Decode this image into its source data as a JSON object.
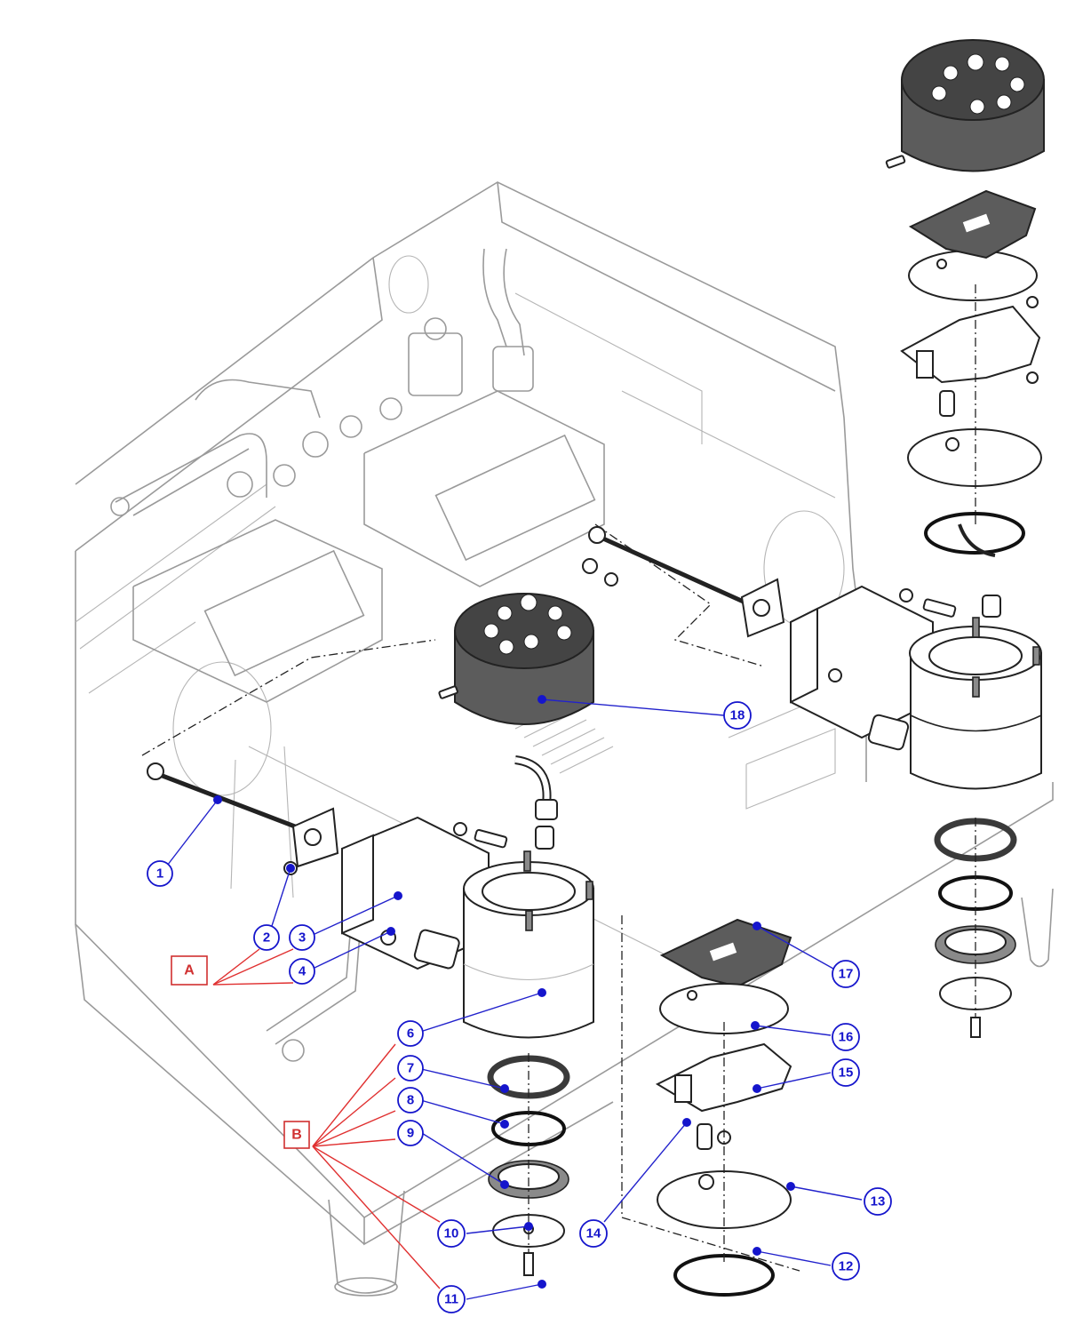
{
  "callouts": [
    {
      "id": "c1",
      "label": "1"
    },
    {
      "id": "c2",
      "label": "2"
    },
    {
      "id": "c3",
      "label": "3"
    },
    {
      "id": "c4",
      "label": "4"
    },
    {
      "id": "c6",
      "label": "6"
    },
    {
      "id": "c7",
      "label": "7"
    },
    {
      "id": "c8",
      "label": "8"
    },
    {
      "id": "c9",
      "label": "9"
    },
    {
      "id": "c10",
      "label": "10"
    },
    {
      "id": "c11",
      "label": "11"
    },
    {
      "id": "c12",
      "label": "12"
    },
    {
      "id": "c13",
      "label": "13"
    },
    {
      "id": "c14",
      "label": "14"
    },
    {
      "id": "c15",
      "label": "15"
    },
    {
      "id": "c16",
      "label": "16"
    },
    {
      "id": "c17",
      "label": "17"
    },
    {
      "id": "c18",
      "label": "18"
    }
  ],
  "groups": [
    {
      "id": "gA",
      "label": "A"
    },
    {
      "id": "gB",
      "label": "B"
    }
  ],
  "colors": {
    "callout": "#1515cc",
    "group": "#d03030",
    "frame": "#9a9a9a",
    "part_dark": "#5c5c5c"
  }
}
